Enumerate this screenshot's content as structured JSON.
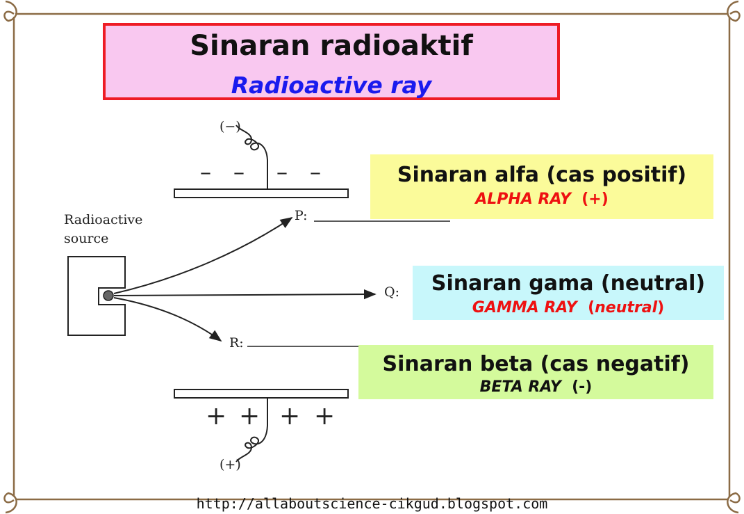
{
  "title": {
    "main": "Sinaran radioaktif",
    "sub": "Radioactive ray"
  },
  "diagram": {
    "source_label_line1": "Radioactive",
    "source_label_line2": "source",
    "top_terminal": "(−)",
    "bottom_terminal": "(+)",
    "top_plate_signs": [
      "–",
      "–",
      "–",
      "–"
    ],
    "bottom_plate_signs": [
      "+",
      "+",
      "+",
      "+"
    ],
    "ray_p": "P:",
    "ray_q": "Q:",
    "ray_r": "R:"
  },
  "labels": {
    "alpha": {
      "main": "Sinaran alfa (cas positif)",
      "en": "ALPHA RAY",
      "charge": "(+)"
    },
    "gamma": {
      "main": "Sinaran gama (neutral)",
      "en": "GAMMA RAY",
      "charge_open": "(",
      "charge_word": "neutral",
      "charge_close": ")"
    },
    "beta": {
      "main": "Sinaran beta (cas negatif)",
      "en": "BETA RAY",
      "charge": "(-)"
    }
  },
  "footer": {
    "url": "http://allaboutscience-cikgud.blogspot.com"
  },
  "colors": {
    "frame": "#8b6b45",
    "title_bg": "#f9c8f0",
    "title_border": "#ee1c25",
    "subtitle": "#1a1aee",
    "alpha_bg": "#fbfb9a",
    "gamma_bg": "#c8f7fb",
    "beta_bg": "#d4fa9c",
    "ray_label_red": "#ee1111"
  }
}
